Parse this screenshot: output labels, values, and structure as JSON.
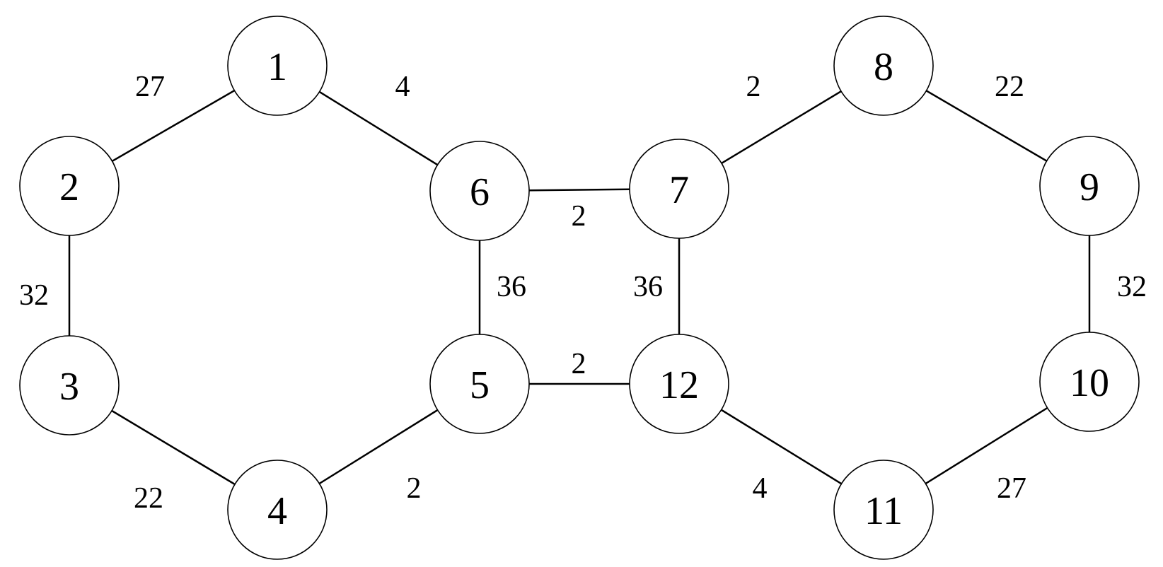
{
  "nodes": [
    {
      "id": "1",
      "label": "1"
    },
    {
      "id": "2",
      "label": "2"
    },
    {
      "id": "3",
      "label": "3"
    },
    {
      "id": "4",
      "label": "4"
    },
    {
      "id": "5",
      "label": "5"
    },
    {
      "id": "6",
      "label": "6"
    },
    {
      "id": "7",
      "label": "7"
    },
    {
      "id": "8",
      "label": "8"
    },
    {
      "id": "9",
      "label": "9"
    },
    {
      "id": "10",
      "label": "10"
    },
    {
      "id": "11",
      "label": "11"
    },
    {
      "id": "12",
      "label": "12"
    }
  ],
  "edges": [
    {
      "from": "1",
      "to": "2",
      "weight": "27"
    },
    {
      "from": "1",
      "to": "6",
      "weight": "4"
    },
    {
      "from": "2",
      "to": "3",
      "weight": "32"
    },
    {
      "from": "3",
      "to": "4",
      "weight": "22"
    },
    {
      "from": "4",
      "to": "5",
      "weight": "2"
    },
    {
      "from": "5",
      "to": "6",
      "weight": "36"
    },
    {
      "from": "6",
      "to": "7",
      "weight": "2"
    },
    {
      "from": "5",
      "to": "12",
      "weight": "2"
    },
    {
      "from": "7",
      "to": "12",
      "weight": "36"
    },
    {
      "from": "7",
      "to": "8",
      "weight": "2"
    },
    {
      "from": "8",
      "to": "9",
      "weight": "22"
    },
    {
      "from": "9",
      "to": "10",
      "weight": "32"
    },
    {
      "from": "10",
      "to": "11",
      "weight": "27"
    },
    {
      "from": "11",
      "to": "12",
      "weight": "4"
    }
  ],
  "colors": {
    "stroke": "#000000",
    "node_fill": "#ffffff",
    "text": "#000000"
  }
}
